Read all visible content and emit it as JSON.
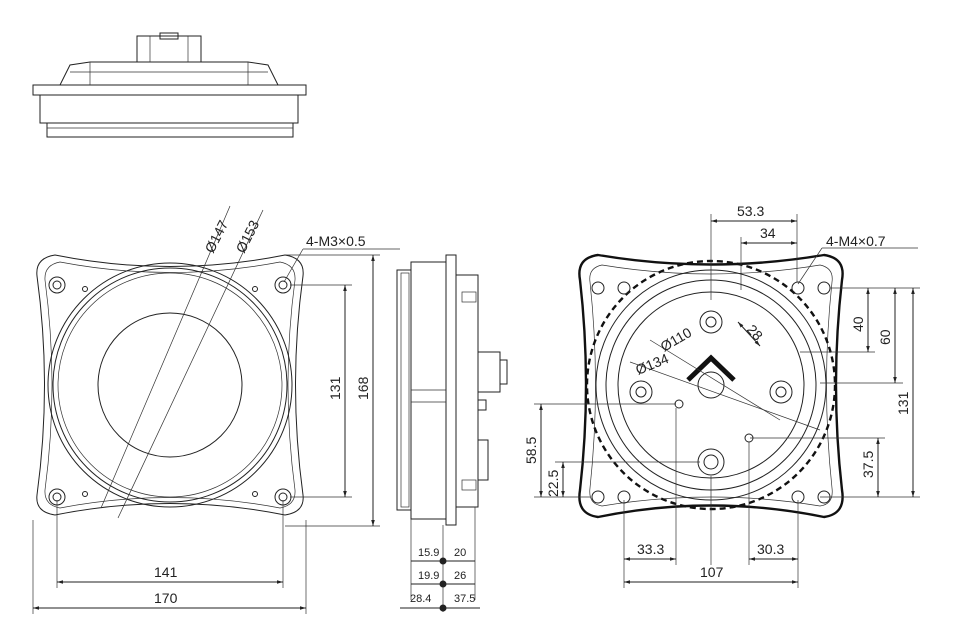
{
  "drawing": {
    "front_view": {
      "diameters": [
        "Ø147",
        "Ø153"
      ],
      "thread_callout": "4-M3×0.5",
      "dims": {
        "height_inner": "131",
        "height_outer": "168",
        "width_inner": "141",
        "width_outer": "170"
      }
    },
    "side_view": {
      "dims": {
        "d1": "15.9",
        "d2": "20",
        "d3": "19.9",
        "d4": "26",
        "d5": "28.4",
        "d6": "37.5"
      }
    },
    "rear_view": {
      "thread_callout": "4-M4×0.7",
      "diameters": [
        "Ø110",
        "Ø134"
      ],
      "dims": {
        "top_outer": "53.3",
        "top_inner": "34",
        "diag": "28",
        "right_40": "40",
        "right_60": "60",
        "right_131": "131",
        "right_375": "37.5",
        "left_585": "58.5",
        "left_225": "22.5",
        "bottom_333": "33.3",
        "bottom_303": "30.3",
        "bottom_107": "107"
      }
    },
    "colors": {
      "line": "#222222",
      "background": "#ffffff"
    }
  }
}
